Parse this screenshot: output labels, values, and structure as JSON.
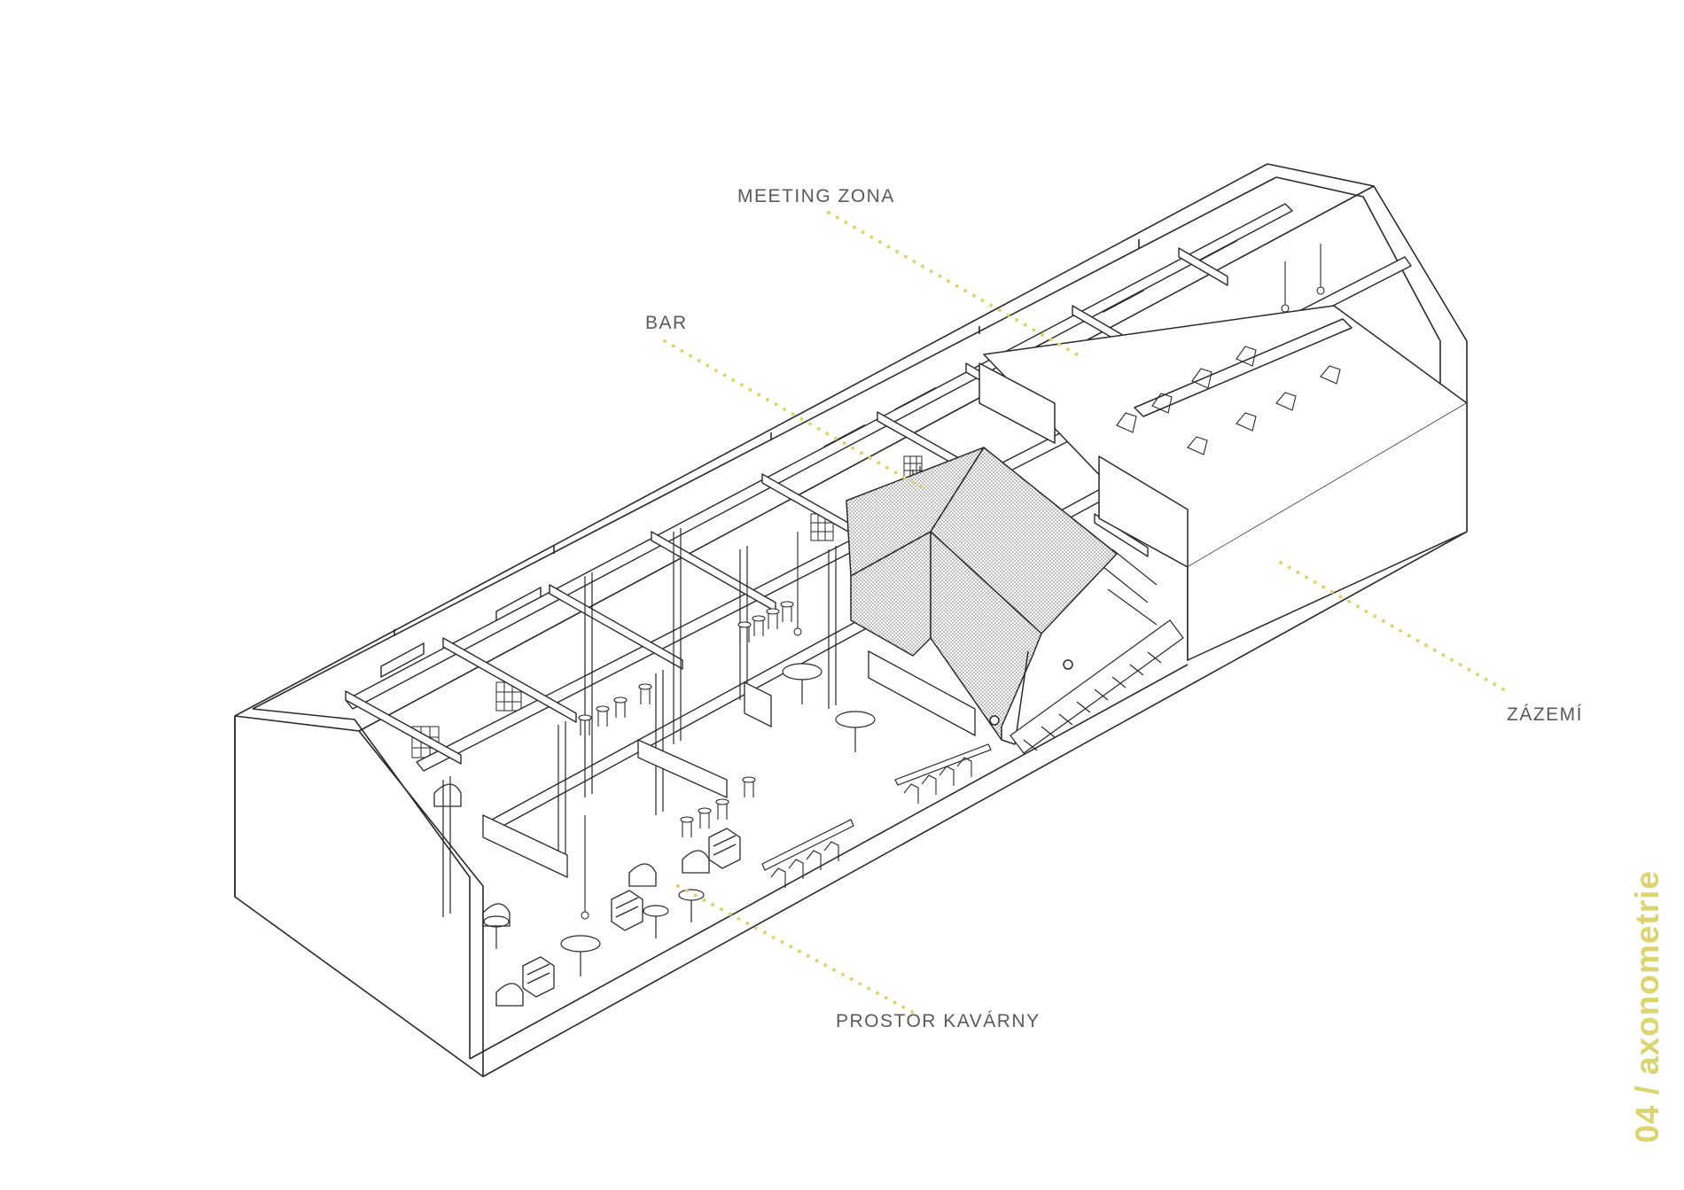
{
  "labels": {
    "meeting_zona": "MEETING ZONA",
    "bar": "BAR",
    "zazemi": "ZÁZEMÍ",
    "prostor_kavarny": "PROSTOR KAVÁRNY"
  },
  "page_title": "04 / axonometrie",
  "colors": {
    "accent": "#dcd46e",
    "line": "#2a2a2a",
    "label_text": "#5a5a5a",
    "stair_tone": "#8c8c8c"
  }
}
